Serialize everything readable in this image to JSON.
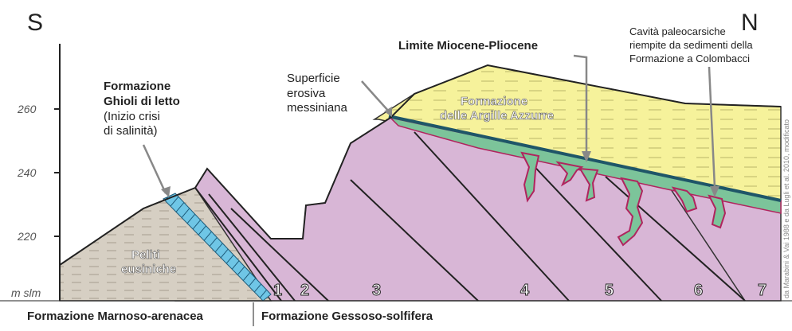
{
  "directions": {
    "left": "S",
    "right": "N"
  },
  "axis": {
    "ticks": [
      "260",
      "240",
      "220"
    ],
    "unit_label": "m slm"
  },
  "labels": {
    "ghioli": [
      "Formazione",
      "Ghioli di letto",
      "(Inizio crisi",
      "di salinità)"
    ],
    "peliti": [
      "Peliti",
      "eusiniche"
    ],
    "superficie": [
      "Superficie",
      "erosiva",
      "messiniana"
    ],
    "limite": "Limite Miocene-Pliocene",
    "argille": [
      "Formazione",
      "delle Argille Azzurre"
    ],
    "cavita": [
      "Cavità paleocarsiche",
      "riempite da sedimenti della",
      "Formazione a Colombacci"
    ],
    "credit": "da Marabini & Vai 1988 e da Lugli et al. 2010, modificato"
  },
  "units": [
    "1",
    "2",
    "3",
    "4",
    "5",
    "6",
    "7"
  ],
  "footer": {
    "left": "Formazione Marnoso-arenacea",
    "right": "Formazione Gessoso-solfifera"
  },
  "colors": {
    "peliti": "#d6cfc3",
    "gesso": "#d8b6d6",
    "argille": "#f6f29b",
    "colombacci": "#f7c6c3",
    "ghioli": "#6fc6e6",
    "green_fill": "#7cc49a",
    "dark_band": "#1f5668",
    "karst_outline": "#b0245e"
  }
}
